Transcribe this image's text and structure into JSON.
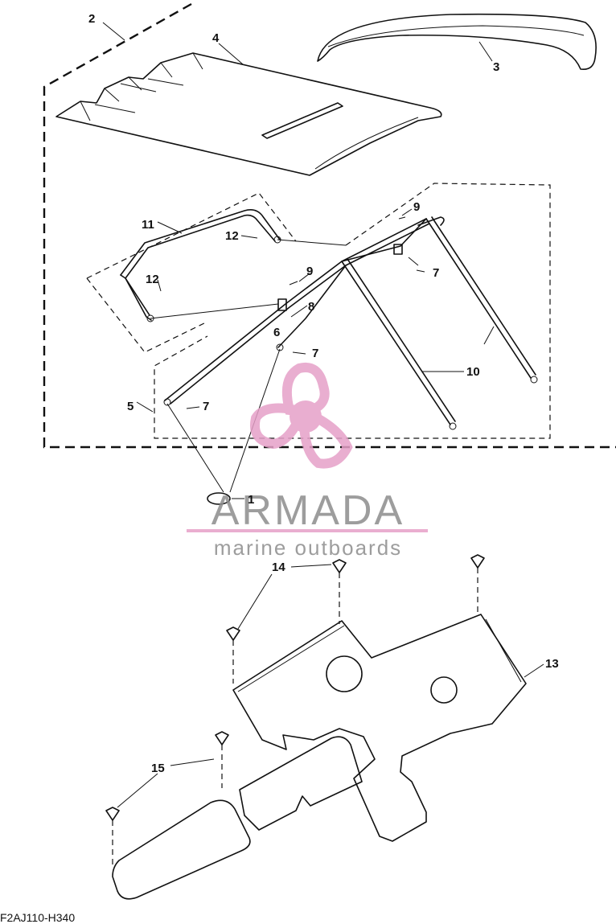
{
  "diagram": {
    "callouts": {
      "c1": "1",
      "c2": "2",
      "c3": "3",
      "c4": "4",
      "c5": "5",
      "c6": "6",
      "c7a": "7",
      "c7b": "7",
      "c7c": "7",
      "c8": "8",
      "c9a": "9",
      "c9b": "9",
      "c10": "10",
      "c11": "11",
      "c12a": "12",
      "c12b": "12",
      "c13": "13",
      "c14": "14",
      "c15": "15"
    },
    "drawing_code": "F2AJ110-H340"
  },
  "watermark": {
    "brand": "ARMADA",
    "tagline": "marine outboards",
    "brand_color": "#8c8c8c",
    "accent_color": "#e6a0c8"
  }
}
